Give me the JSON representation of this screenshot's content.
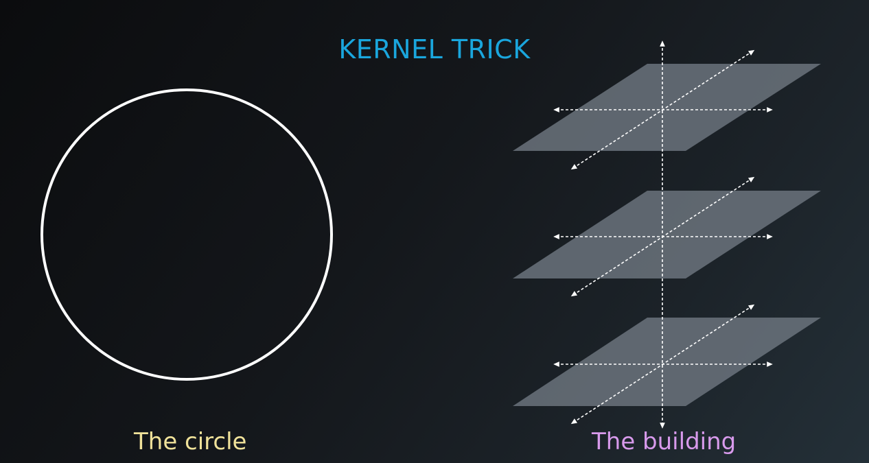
{
  "title": "KERNEL TRICK",
  "captions": {
    "circle": "The circle",
    "building": "The building"
  },
  "colors": {
    "title": "#1aa6dd",
    "circle_caption": "#f0e29a",
    "building_caption": "#d89aec",
    "circle_stroke": "#ffffff",
    "plane_fill": "#6b737c"
  },
  "diagram": {
    "left_shape": "circle",
    "right_shape": "stacked-planes",
    "plane_count": 3,
    "axes": [
      "vertical-axis",
      "horizontal-axis",
      "diagonal-axis"
    ]
  }
}
